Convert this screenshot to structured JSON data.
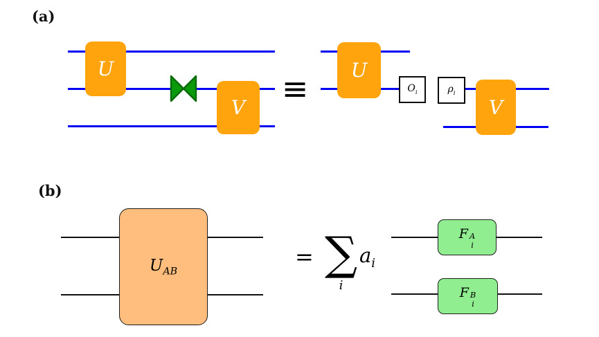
{
  "colors": {
    "wire_blue": "#0202f2",
    "wire_black": "#101010",
    "gate_orange": "#ffa40d",
    "gate_peach": "#ffbe7d",
    "gate_green": "#90ee90",
    "bowtie_green": "#0a9a0a",
    "bowtie_border": "#0a6b0a"
  },
  "panel_a": {
    "label": "(a)",
    "u_left": "U",
    "v_left": "V",
    "equiv": "≡",
    "u_right": "U",
    "v_right": "V",
    "o_gate": {
      "base": "O",
      "sub": "i"
    },
    "rho_gate": {
      "base": "ρ",
      "sub": "i"
    }
  },
  "panel_b": {
    "label": "(b)",
    "uab_gate": {
      "base": "U",
      "sub": "AB"
    },
    "equals": "=",
    "sum": {
      "symbol": "∑",
      "sub": "i"
    },
    "coeff": {
      "base": "a",
      "sub": "i"
    },
    "fa_gate": {
      "base": "F",
      "sub": "i",
      "sup": "A"
    },
    "fb_gate": {
      "base": "F",
      "sub": "i",
      "sup": "B"
    }
  }
}
